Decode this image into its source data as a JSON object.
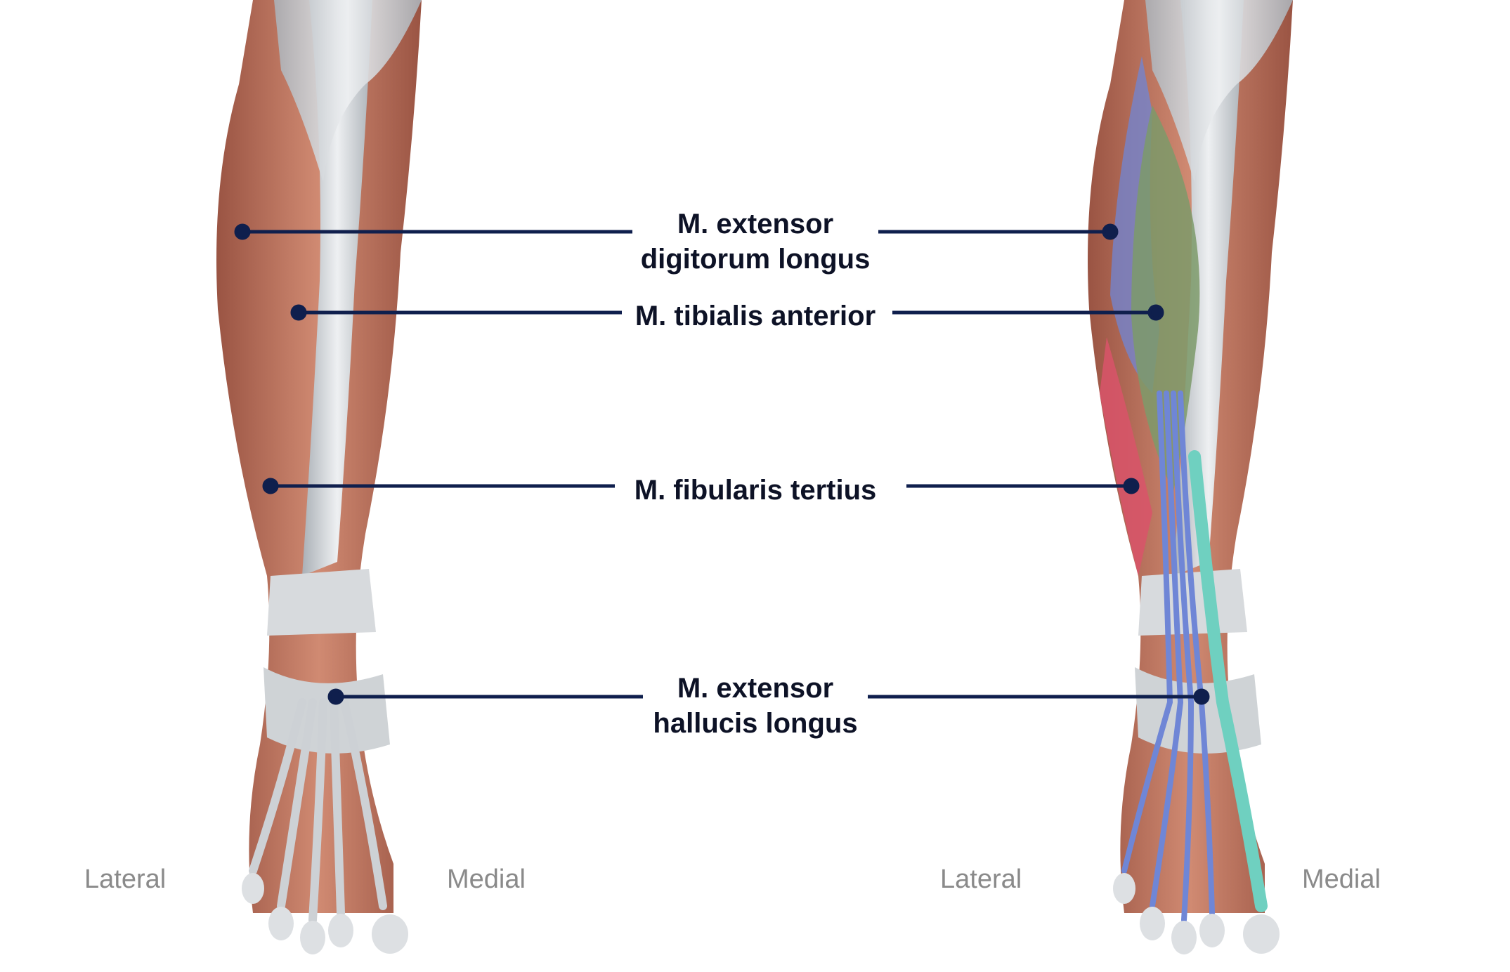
{
  "labels": {
    "edl_line1": "M. extensor",
    "edl_line2": "digitorum longus",
    "ta": "M. tibialis anterior",
    "ft": "M. fibularis tertius",
    "ehl_line1": "M. extensor",
    "ehl_line2": "hallucis longus"
  },
  "orientation": {
    "left_lateral": "Lateral",
    "left_medial": "Medial",
    "right_lateral": "Lateral",
    "right_medial": "Medial"
  },
  "colors": {
    "muscle": "#b8705a",
    "muscle_light": "#d99a82",
    "tendon": "#c9cdd1",
    "tendon_light": "#e6e8ea",
    "tibialis_highlight": "#7d9a6a",
    "edl_highlight": "#6f86d6",
    "fibularis_highlight": "#d9536a",
    "ehl_highlight": "#6fd0c0",
    "leader_line": "#0f1f4d",
    "label_text": "#0d1226",
    "side_text": "#8a8a8a"
  }
}
